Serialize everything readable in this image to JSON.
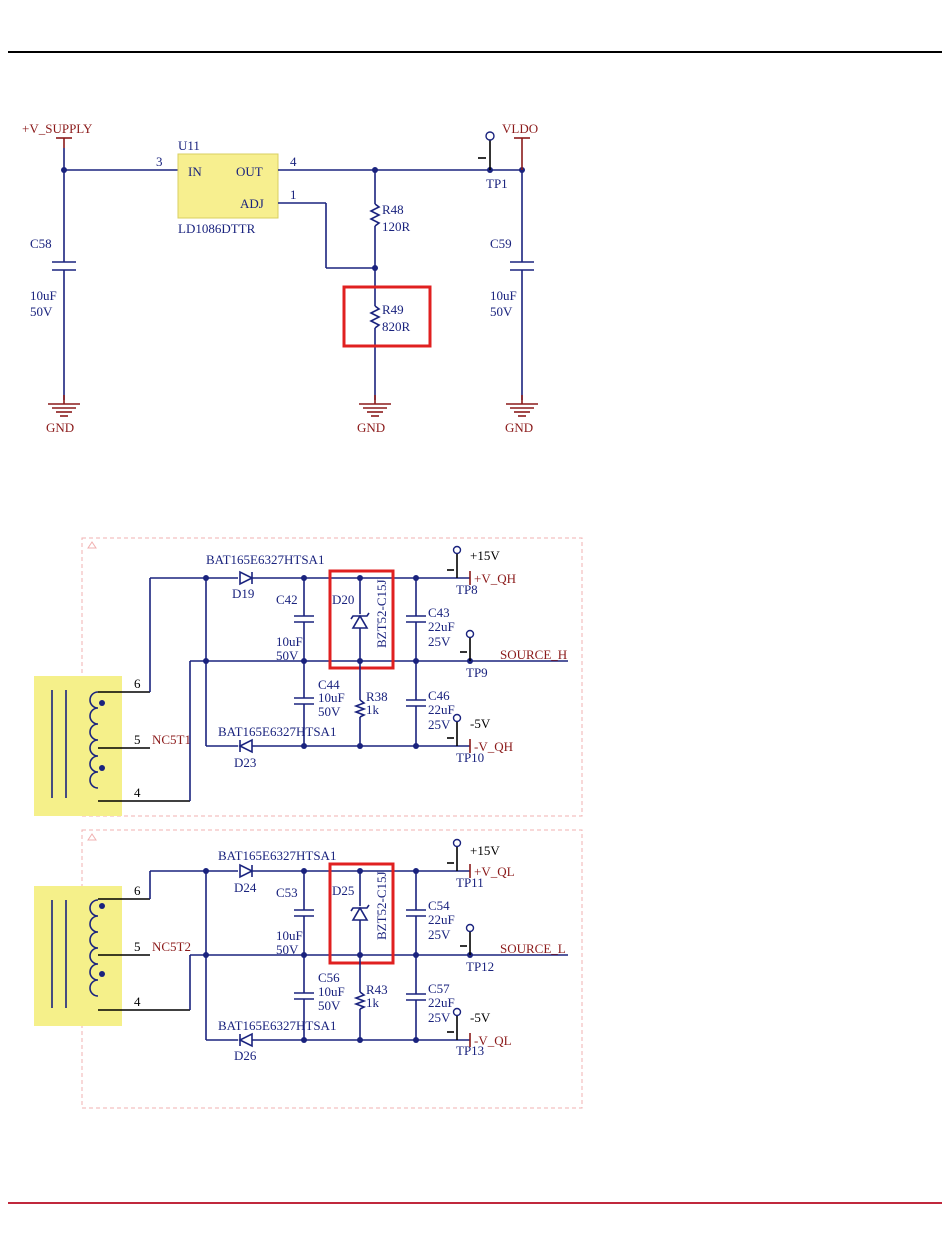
{
  "upper": {
    "net_vsupply": "+V_SUPPLY",
    "net_vldo": "VLDO",
    "u11_ref": "U11",
    "u11_pin_in": "IN",
    "u11_pin_out": "OUT",
    "u11_pin_adj": "ADJ",
    "u11_part": "LD1086DTTR",
    "pin3": "3",
    "pin4": "4",
    "pin1": "1",
    "tp1": "TP1",
    "r48_ref": "R48",
    "r48_val": "120R",
    "r49_ref": "R49",
    "r49_val": "820R",
    "c58_ref": "C58",
    "c58_val1": "10uF",
    "c58_val2": "50V",
    "c59_ref": "C59",
    "c59_val1": "10uF",
    "c59_val2": "50V",
    "gnd": "GND"
  },
  "lower1": {
    "diode_part_top": "BAT165E6327HTSA1",
    "diode_part_bot": "BAT165E6327HTSA1",
    "d19": "D19",
    "d23": "D23",
    "d20": "D20",
    "zener_part": "BZT52-C15J",
    "c42": "C42",
    "c42_val1": "10uF",
    "c42_val2": "50V",
    "c44": "C44",
    "c44_val1": "10uF",
    "c44_val2": "50V",
    "c43": "C43",
    "c43_val1": "22uF",
    "c43_val2": "25V",
    "c46": "C46",
    "c46_val1": "22uF",
    "c46_val2": "25V",
    "r38": "R38",
    "r38_val": "1k",
    "tp8": "TP8",
    "tp9": "TP9",
    "tp10": "TP10",
    "v15": "+15V",
    "vm5": "-5V",
    "net_vqh": "+V_QH",
    "net_vqh_neg": "-V_QH",
    "net_source": "SOURCE_H",
    "pin6": "6",
    "pin5": "5",
    "pin4": "4",
    "nc": "NC5T1"
  },
  "lower2": {
    "diode_part_top": "BAT165E6327HTSA1",
    "diode_part_bot": "BAT165E6327HTSA1",
    "d24": "D24",
    "d26": "D26",
    "d25": "D25",
    "zener_part": "BZT52-C15J",
    "c53": "C53",
    "c53_val1": "10uF",
    "c53_val2": "50V",
    "c56": "C56",
    "c56_val1": "10uF",
    "c56_val2": "50V",
    "c54": "C54",
    "c54_val1": "22uF",
    "c54_val2": "25V",
    "c57": "C57",
    "c57_val1": "22uF",
    "c57_val2": "25V",
    "r43": "R43",
    "r43_val": "1k",
    "tp11": "TP11",
    "tp12": "TP12",
    "tp13": "TP13",
    "v15": "+15V",
    "vm5": "-5V",
    "net_vql": "+V_QL",
    "net_vql_neg": "-V_QL",
    "net_source": "SOURCE_L",
    "pin6": "6",
    "pin5": "5",
    "pin4": "4",
    "nc": "NC5T2"
  },
  "colors": {
    "wire": "#1a237e",
    "power_net": "#8b1a1a",
    "highlight": "#e02020",
    "ic_fill": "#f7ef8f",
    "rule_top": "#000000",
    "rule_bottom": "#c0283c"
  }
}
